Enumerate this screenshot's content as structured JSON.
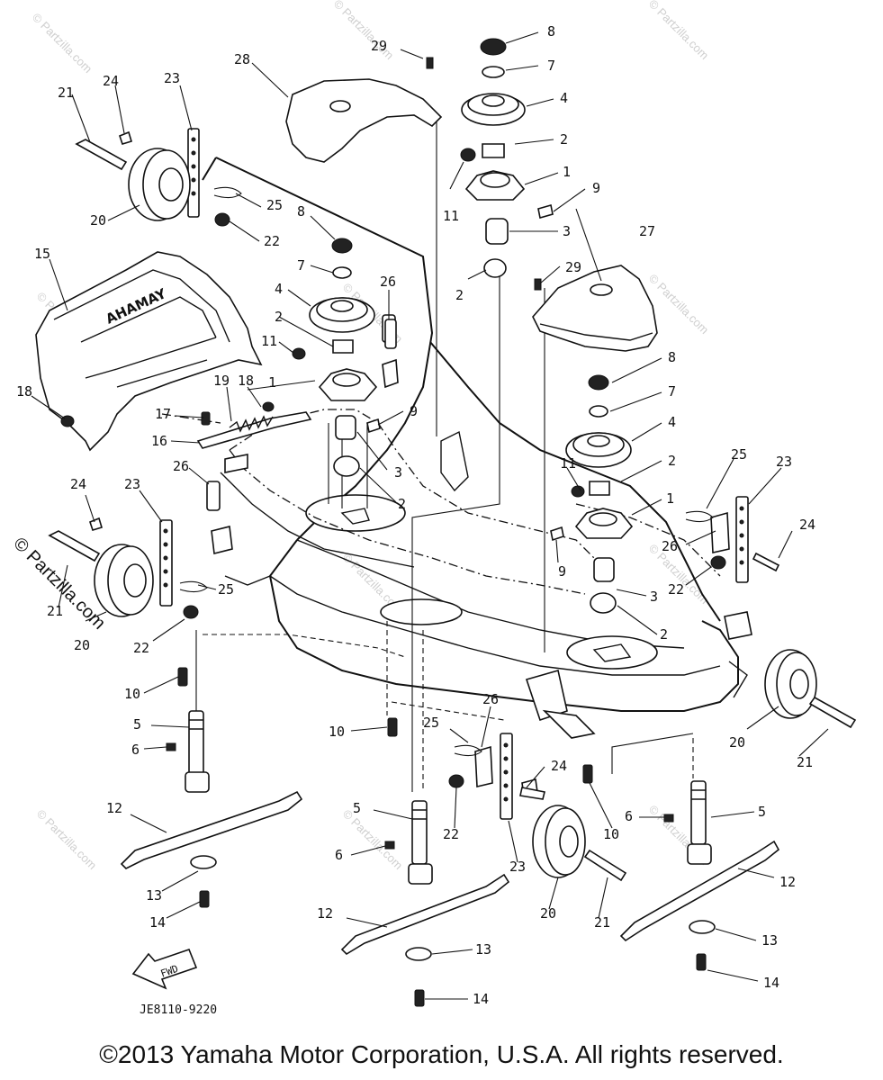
{
  "diagram": {
    "part_callouts": [
      "1",
      "2",
      "3",
      "4",
      "5",
      "6",
      "7",
      "8",
      "9",
      "10",
      "11",
      "12",
      "13",
      "14",
      "15",
      "16",
      "17",
      "18",
      "19",
      "20",
      "21",
      "22",
      "23",
      "24",
      "25",
      "26",
      "27",
      "28",
      "29"
    ],
    "fwd_label": "FWD",
    "logo_text": "YAMAHA",
    "drawing_code": "JE8110-9220",
    "watermark": "© Partzilla.com"
  },
  "footer": {
    "copyright": "©2013 Yamaha Motor Corporation, U.S.A. All rights reserved."
  }
}
